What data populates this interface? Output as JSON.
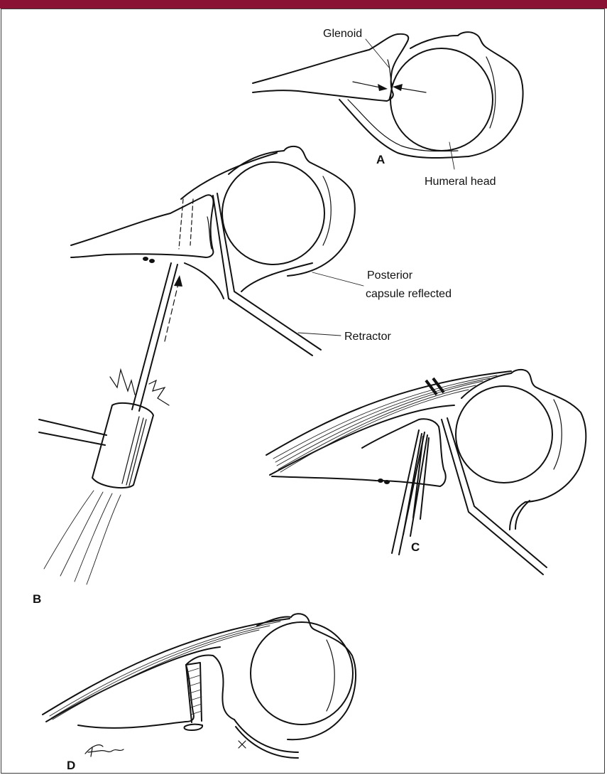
{
  "colors": {
    "title_bar": "#8a1235",
    "ink": "#111111",
    "background": "#ffffff"
  },
  "labels": {
    "glenoid": "Glenoid",
    "humeral_head": "Humeral head",
    "posterior_line1": "Posterior",
    "posterior_line2": "capsule reflected",
    "retractor": "Retractor"
  },
  "panels": {
    "a": "A",
    "b": "B",
    "c": "C",
    "d": "D"
  },
  "signature": "Fileru"
}
